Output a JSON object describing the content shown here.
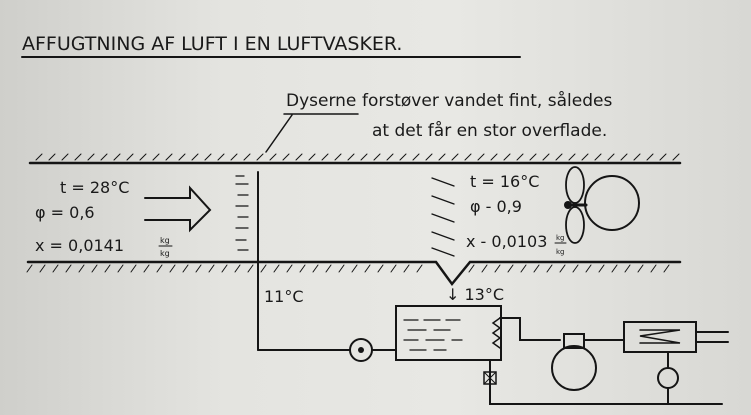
{
  "title": "AFFUGTNING AF LUFT I EN LUFTVASKER.",
  "note": {
    "keyword": "Dyserne",
    "line1_rest": "forstøver vandet fint, således",
    "line2": "at det får en stor overflade."
  },
  "inlet": {
    "t": "t = 28°C",
    "phi": "φ = 0,6",
    "x": "x = 0,0141",
    "x_unit_num": "kg",
    "x_unit_den": "kg"
  },
  "outlet": {
    "t": "t = 16°C",
    "phi": "φ - 0,9",
    "x": "x - 0,0103",
    "x_unit_num": "kg",
    "x_unit_den": "kg"
  },
  "water_in_temp": "11°C",
  "water_out_temp": "↓ 13°C"
}
